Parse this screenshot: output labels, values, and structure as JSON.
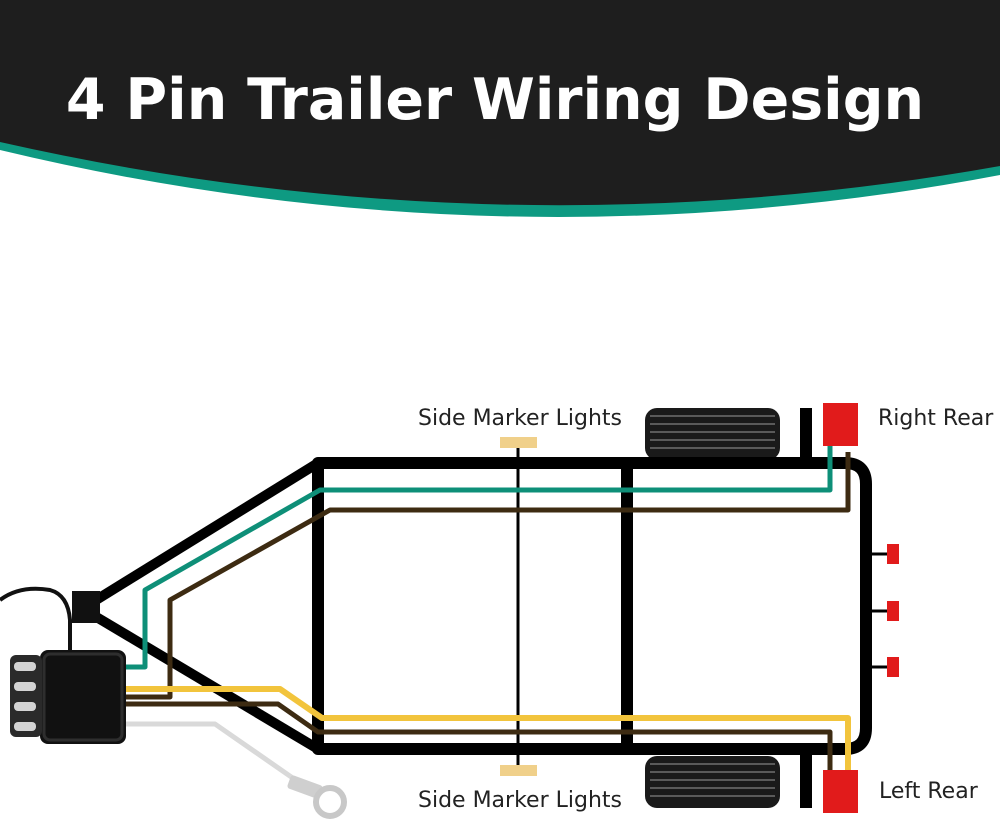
{
  "header": {
    "title": "4 Pin Trailer Wiring Design"
  },
  "labels": {
    "side_marker_top": "Side Marker Lights",
    "side_marker_bottom": "Side Marker Lights",
    "right_rear": "Right Rear",
    "left_rear": "Left Rear"
  },
  "colors": {
    "header_bg": "#1e1e1e",
    "accent_band": "#0e9a82",
    "frame": "#000000",
    "wire_green": "#0e8f78",
    "wire_brown": "#3d2b12",
    "wire_yellow": "#f2c43c",
    "wire_white": "#d9d9d9",
    "lamp_red": "#e11b1b",
    "marker_amber": "#f0d08a"
  },
  "icons": [
    "trailer-frame-icon",
    "tire-icon",
    "connector-plug-icon",
    "ring-terminal-icon",
    "tail-light-icon",
    "marker-light-icon"
  ]
}
